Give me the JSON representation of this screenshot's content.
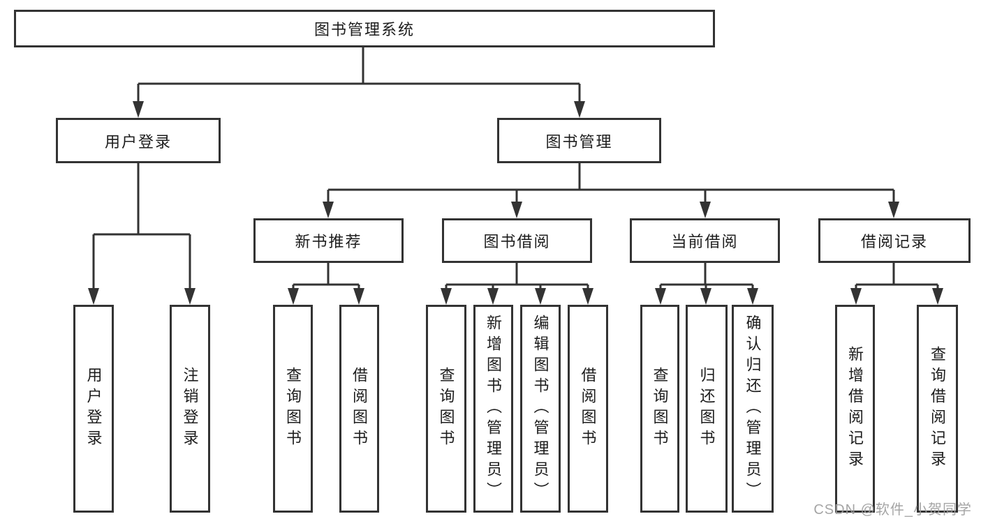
{
  "colors": {
    "line": "#333333",
    "box_border": "#333333",
    "text": "#1d1d1d",
    "background": "#ffffff",
    "watermark": "#9e9e9e"
  },
  "watermark": {
    "text": "CSDN @软件_小贺同学"
  },
  "diagram": {
    "type": "hierarchy-tree",
    "root": {
      "label": "图书管理系统"
    },
    "level2": [
      {
        "label": "用户登录",
        "parent": "图书管理系统"
      },
      {
        "label": "图书管理",
        "parent": "图书管理系统"
      }
    ],
    "level3": [
      {
        "label": "新书推荐",
        "parent": "图书管理"
      },
      {
        "label": "图书借阅",
        "parent": "图书管理"
      },
      {
        "label": "当前借阅",
        "parent": "图书管理"
      },
      {
        "label": "借阅记录",
        "parent": "图书管理"
      }
    ],
    "leaves": [
      {
        "label": "用户登录",
        "parent": "用户登录"
      },
      {
        "label": "注销登录",
        "parent": "用户登录"
      },
      {
        "label": "查询图书",
        "parent": "新书推荐"
      },
      {
        "label": "借阅图书",
        "parent": "新书推荐"
      },
      {
        "label": "查询图书",
        "parent": "图书借阅"
      },
      {
        "label": "新增图书（管理员）",
        "parent": "图书借阅"
      },
      {
        "label": "编辑图书（管理员）",
        "parent": "图书借阅"
      },
      {
        "label": "借阅图书",
        "parent": "图书借阅"
      },
      {
        "label": "查询图书",
        "parent": "当前借阅"
      },
      {
        "label": "归还图书",
        "parent": "当前借阅"
      },
      {
        "label": "确认归还（管理员）",
        "parent": "当前借阅"
      },
      {
        "label": "新增借阅记录",
        "parent": "借阅记录"
      },
      {
        "label": "查询借阅记录",
        "parent": "借阅记录"
      }
    ]
  }
}
